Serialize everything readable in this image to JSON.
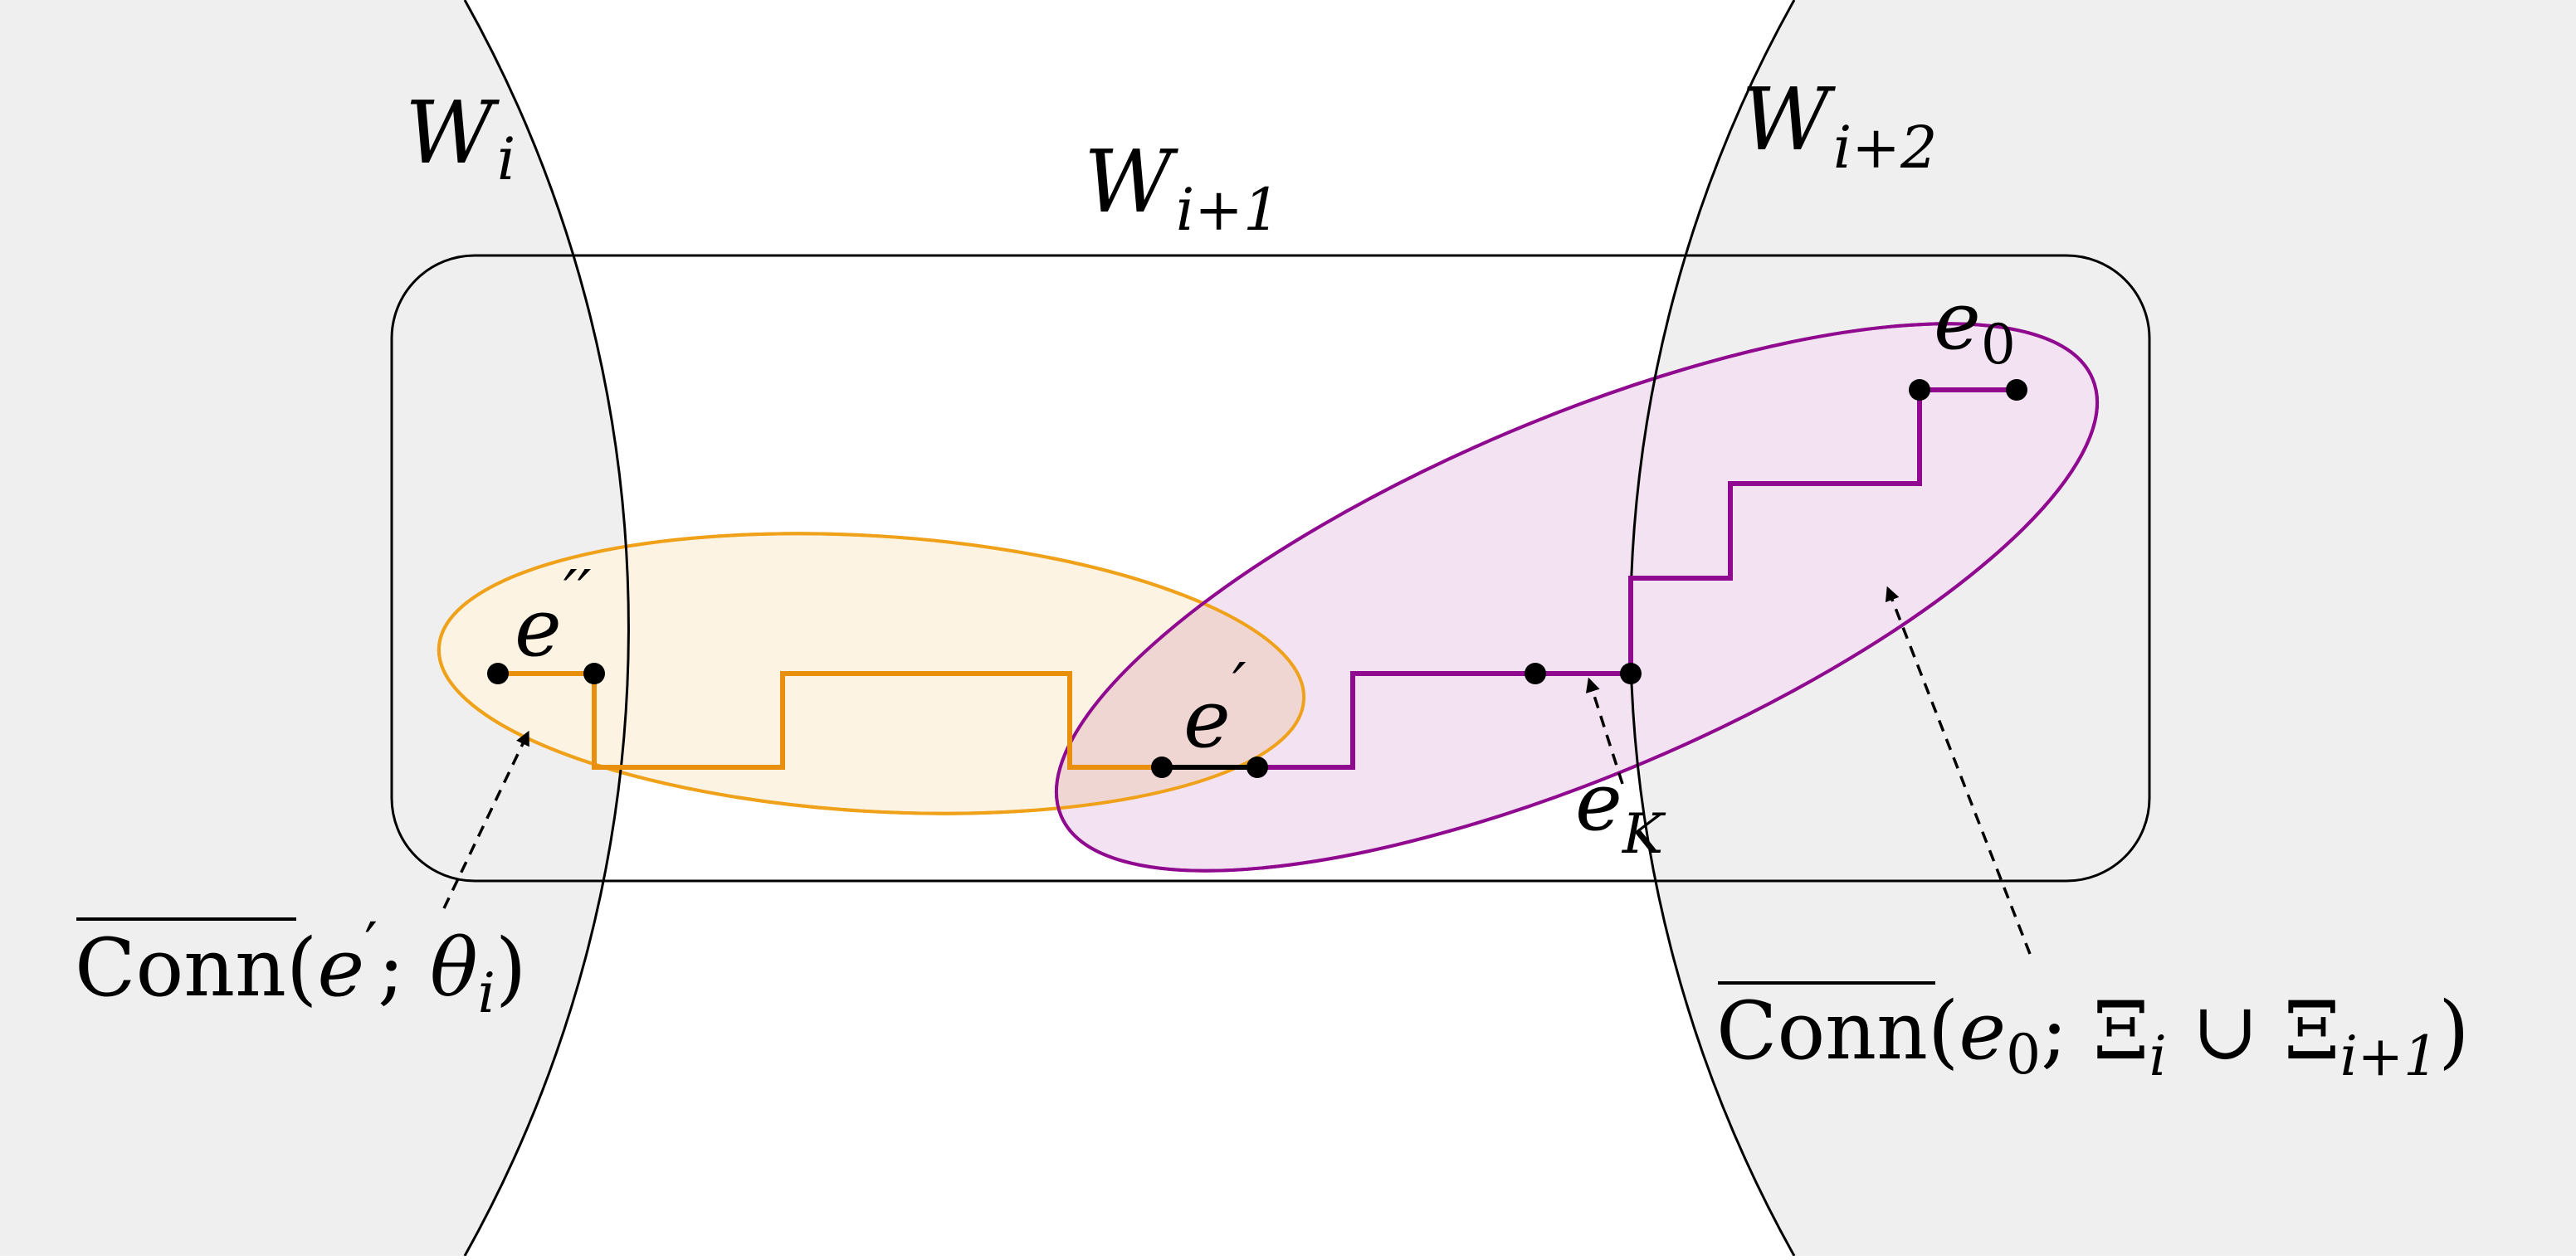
{
  "labels": {
    "w_i": {
      "base": "W",
      "sub": "i"
    },
    "w_i1": {
      "base": "W",
      "sub": "i+1"
    },
    "w_i2": {
      "base": "W",
      "sub": "i+2"
    },
    "e_dprime": {
      "base": "e",
      "sup": "′′"
    },
    "e_prime": {
      "base": "e",
      "sup": "′"
    },
    "e_zero": {
      "base": "e",
      "sub": "0"
    },
    "e_k": {
      "base": "e",
      "sub": "K"
    },
    "conn_left": {
      "name": "Conn",
      "open": "(",
      "arg1": "e",
      "arg1_sup": "′",
      "sep": "; ",
      "arg2": "θ",
      "arg2_sub": "i",
      "close": ")"
    },
    "conn_right": {
      "name": "Conn",
      "open": "(",
      "arg1": "e",
      "arg1_sub": "0",
      "sep": "; ",
      "x1": "Ξ",
      "x1_sub": "i",
      "union": " ∪ ",
      "x2": "Ξ",
      "x2_sub": "i+1",
      "close": ")"
    }
  },
  "colors": {
    "region_fill": "#efefef",
    "orange": "#e8900e",
    "orange_fill": "#fdf3e2",
    "purple": "#900a90",
    "purple_fill": "#f2e2f2",
    "overlap_fill": "#efd6d2",
    "black": "#000000"
  }
}
